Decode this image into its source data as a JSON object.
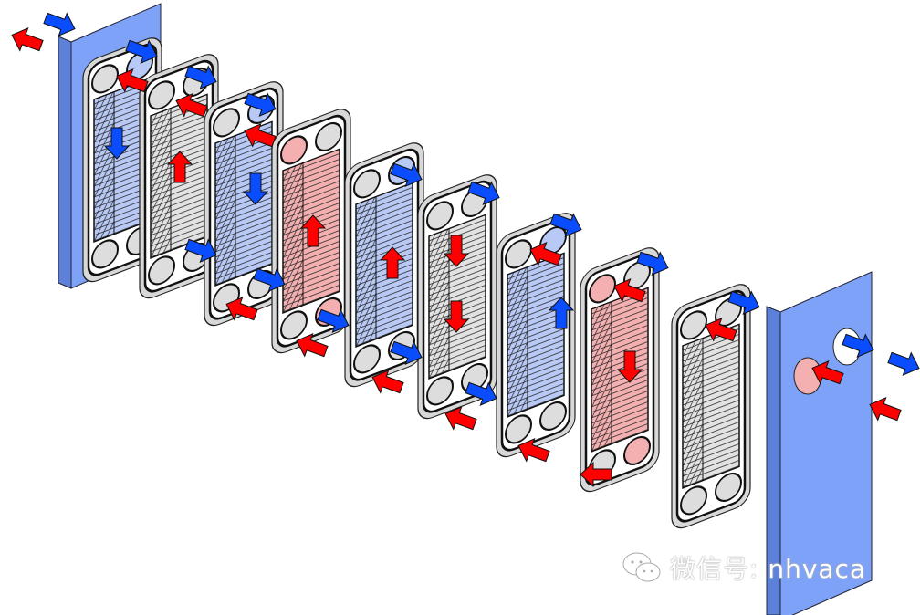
{
  "diagram": {
    "kind": "plate heat exchanger flow",
    "colors": {
      "hot": "#ff0000",
      "cold": "#0a4dff",
      "frame": "#7ea2f7",
      "plate_blue": "#b8c9f5",
      "plate_red": "#f4b0b0",
      "plate_grey": "#e2e2e2",
      "gasket": "#d8d8d8"
    },
    "plates": [
      "blue",
      "grey",
      "blue",
      "red",
      "blue",
      "grey",
      "blue",
      "red",
      "grey"
    ]
  },
  "watermark": {
    "icon": "wechat-icon",
    "text": "微信号: nhvaca"
  }
}
